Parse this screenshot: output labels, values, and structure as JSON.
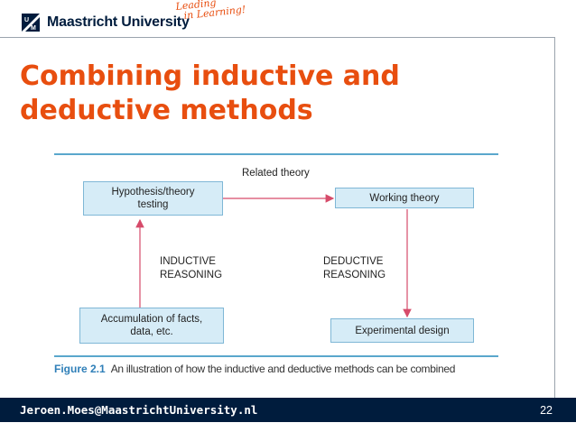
{
  "header": {
    "university": "Maastricht University",
    "tagline": [
      "Leading",
      "in Learning!"
    ],
    "logo_icon": "um-logo-icon"
  },
  "slide": {
    "title_lines": [
      "Combining inductive and",
      "deductive methods"
    ]
  },
  "diagram": {
    "nodes": {
      "hypothesis": "Hypothesis/theory\ntesting",
      "working_theory": "Working theory",
      "accumulation": "Accumulation of facts,\ndata, etc.",
      "experimental": "Experimental design"
    },
    "edge_labels": {
      "related_theory": "Related theory",
      "inductive": [
        "INDUCTIVE",
        "REASONING"
      ],
      "deductive": [
        "DEDUCTIVE",
        "REASONING"
      ]
    },
    "caption_number": "Figure 2.1",
    "caption_text": "An illustration of how the inductive and deductive methods can be combined",
    "colors": {
      "box_fill": "#d6ecf7",
      "box_border": "#7fb7d6",
      "arrow": "#d64b6a",
      "rule": "#5aa7cc"
    }
  },
  "footer": {
    "email": "Jeroen.Moes@MaastrichtUniversity.nl",
    "page_number": "22"
  }
}
